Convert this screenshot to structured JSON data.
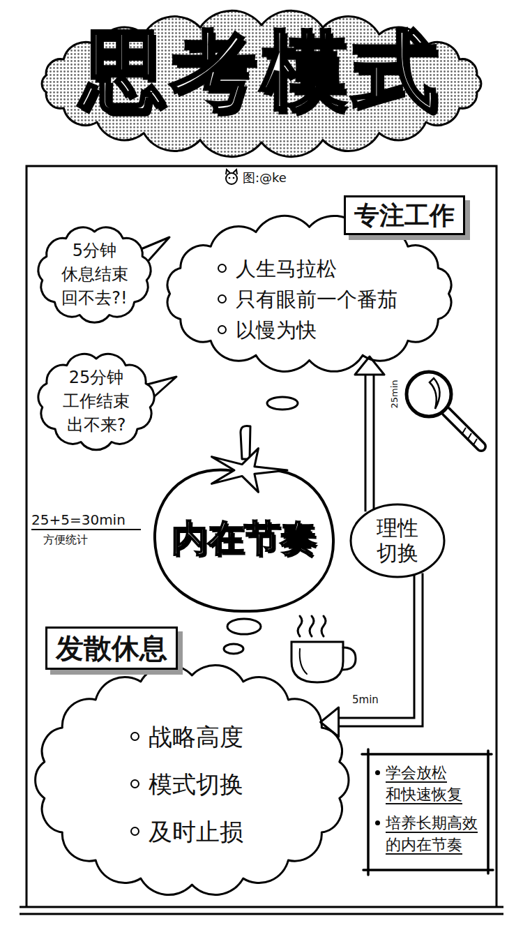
{
  "diagram": {
    "title": "思考模式",
    "nodes": [
      {
        "text": [
          "专注工作",
          "人生马拉松",
          "只有眼前一个番茄",
          "以慢为快"
        ]
      },
      {
        "text": [
          "5分钟 休息结束 回不去?!"
        ]
      },
      {
        "text": [
          "25分钟 工作结束 出不来?"
        ]
      },
      {
        "text": [
          "内在节奏"
        ]
      },
      {
        "text": [
          "理性 切换"
        ]
      },
      {
        "text": [
          "发散休息",
          "战略高度",
          "模式切换",
          "及时止损"
        ]
      },
      {
        "text": [
          "学会放松 和快速恢复",
          "培养长期高效 的内在节奏"
        ]
      }
    ],
    "edges": [
      {
        "from": 4,
        "to": 0,
        "arrow": "to"
      },
      {
        "from": 4,
        "to": 5,
        "arrow": "to"
      }
    ],
    "labels": [
      "图:@ke",
      "25min",
      "25+5=30min",
      "方便统计",
      "5min"
    ]
  }
}
